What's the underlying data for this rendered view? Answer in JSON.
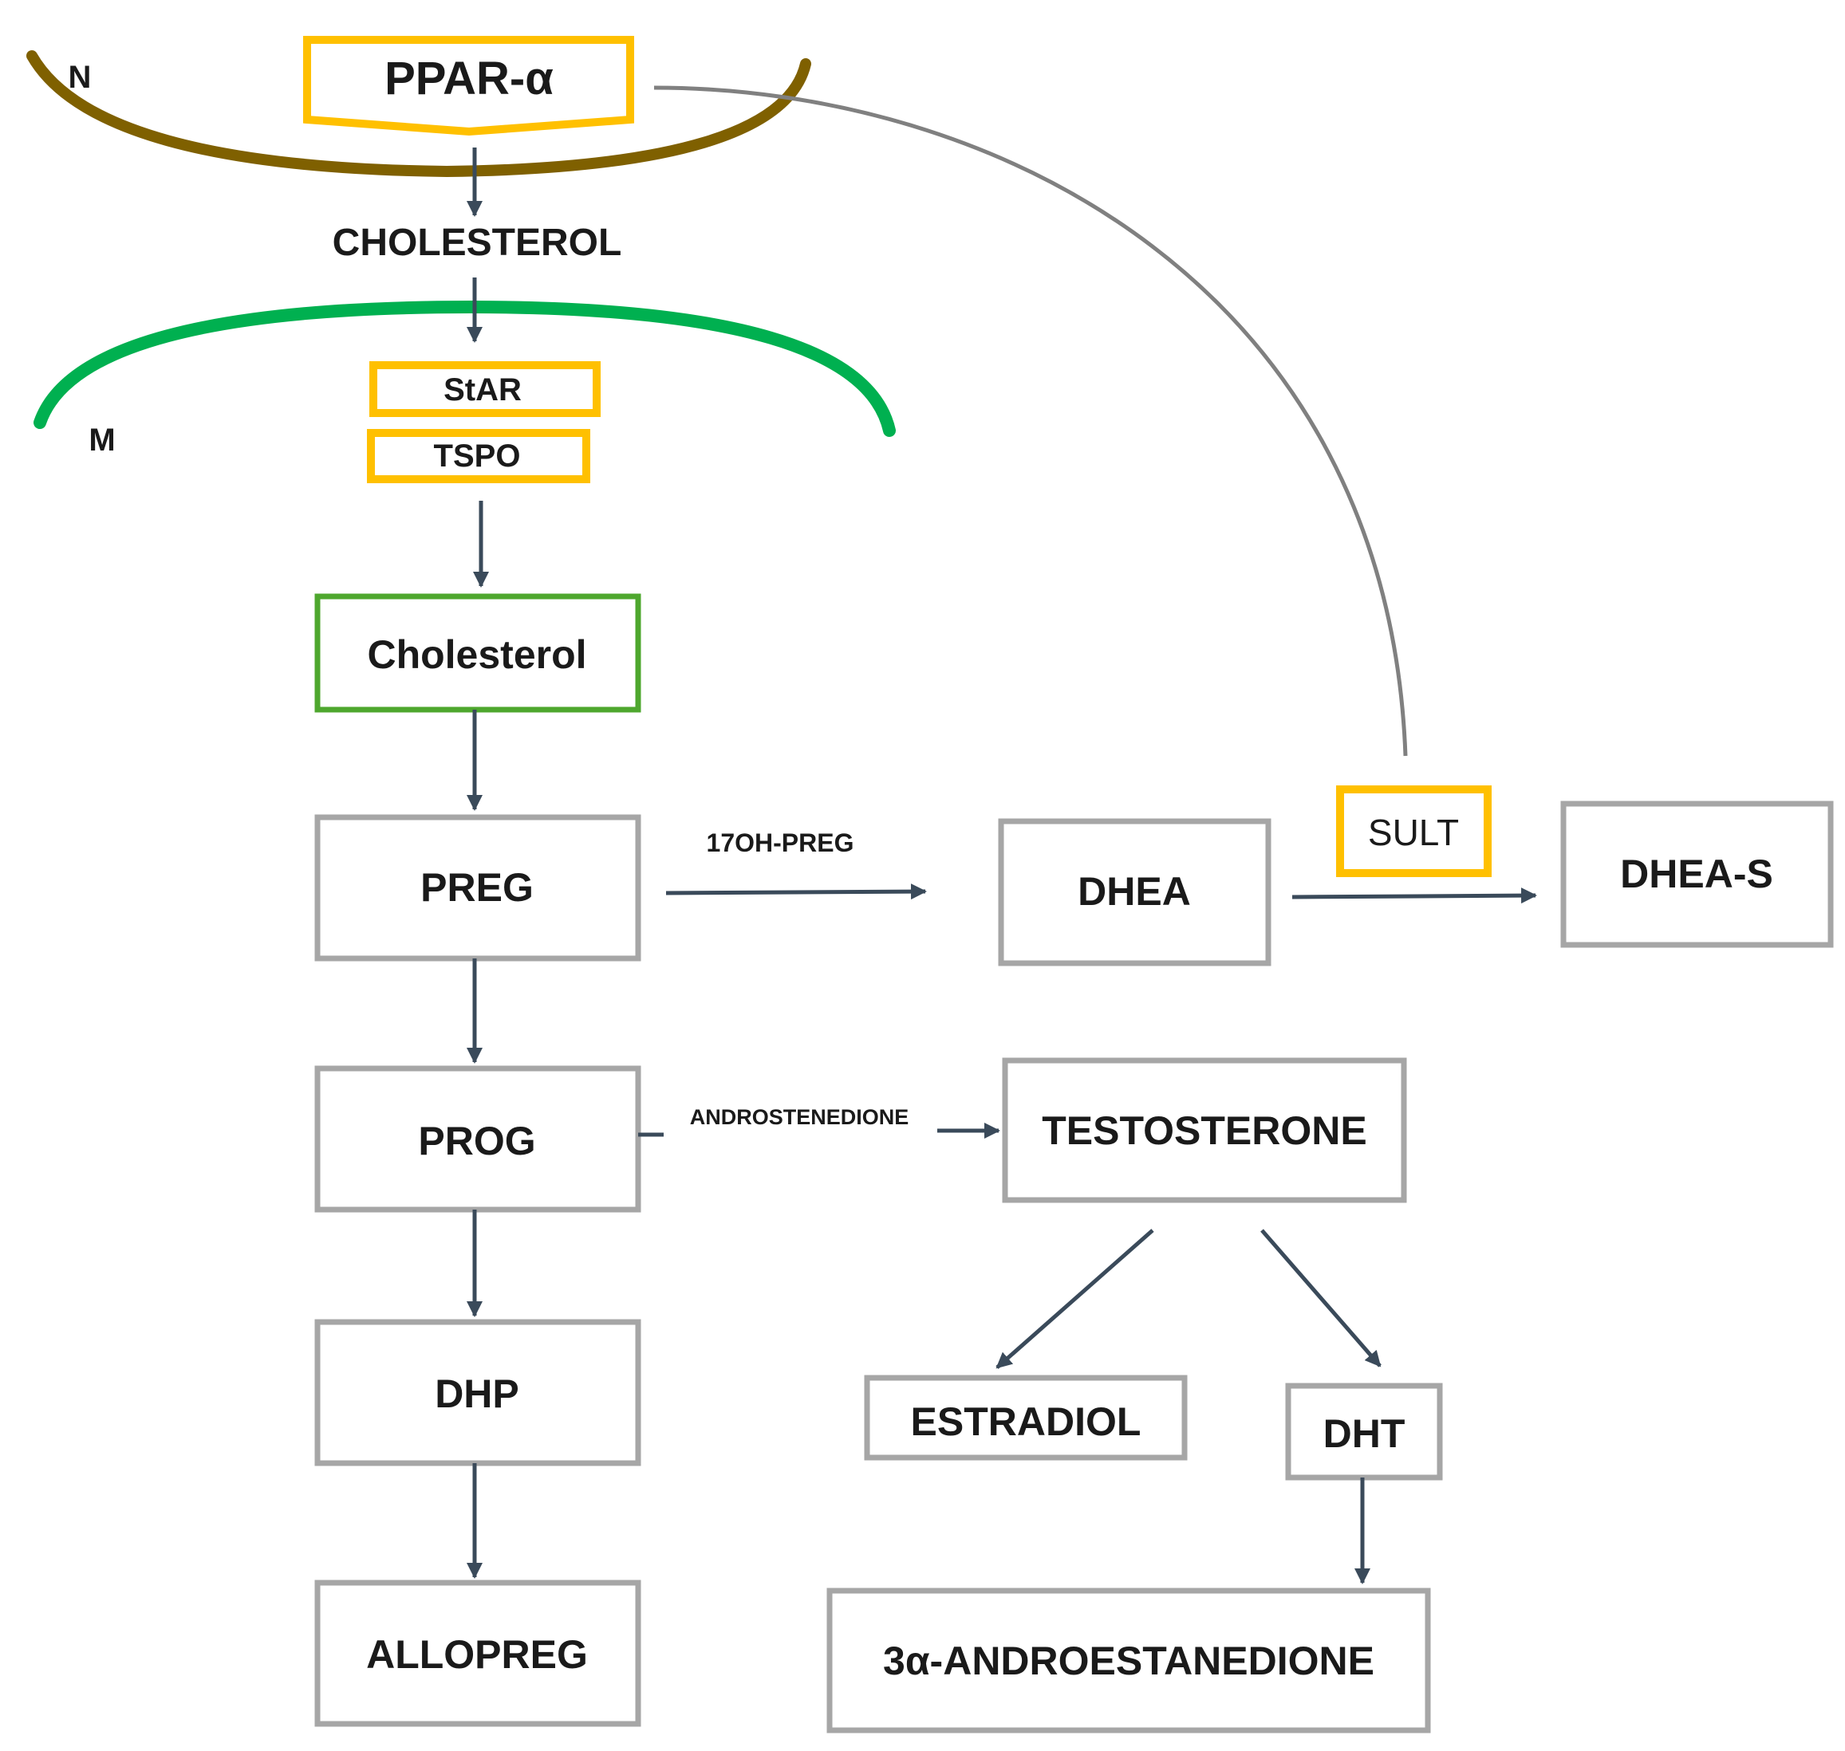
{
  "compartments": {
    "nucleus_label": "N",
    "mitochondria_label": "M"
  },
  "nodes": {
    "ppar": "PPAR-α",
    "cholesterol_upper": "CHOLESTEROL",
    "star": "StAR",
    "tspo": "TSPO",
    "cholesterol": "Cholesterol",
    "preg": "PREG",
    "prog": "PROG",
    "dhp": "DHP",
    "allopreg": "ALLOPREG",
    "dhea": "DHEA",
    "sult": "SULT",
    "dheas": "DHEA-S",
    "testosterone": "TESTOSTERONE",
    "estradiol": "ESTRADIOL",
    "dht": "DHT",
    "androestanedione": "3α-ANDROESTANEDIONE"
  },
  "edge_labels": {
    "preg_to_dhea": "17OH-PREG",
    "prog_to_testosterone": "ANDROSTENEDIONE"
  },
  "colors": {
    "nucleus_membrane": "#7f6000",
    "mito_membrane": "#00b050",
    "enzyme_border": "#ffc000",
    "cholesterol_border": "#4ea72e",
    "box_border": "#a6a6a6",
    "arrow": "#3a4a5a",
    "feedback_curve": "#808080"
  }
}
